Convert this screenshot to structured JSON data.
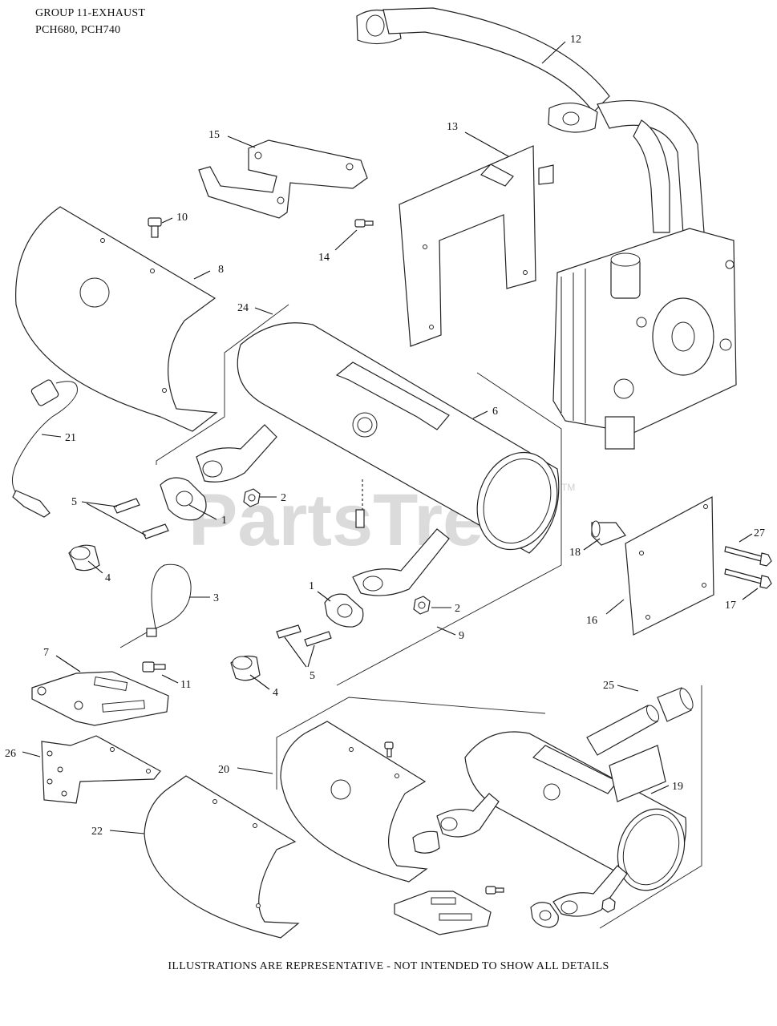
{
  "header": {
    "group_title": "GROUP 11-EXHAUST",
    "models": "PCH680, PCH740"
  },
  "footer": {
    "note": "ILLUSTRATIONS ARE REPRESENTATIVE - NOT INTENDED TO SHOW ALL DETAILS"
  },
  "watermark": {
    "brand": "PartsTree",
    "trademark": "TM"
  },
  "callouts": {
    "c1a": "1",
    "c1b": "1",
    "c2a": "2",
    "c2b": "2",
    "c3": "3",
    "c4a": "4",
    "c4b": "4",
    "c5a": "5",
    "c5b": "5",
    "c6": "6",
    "c7": "7",
    "c8": "8",
    "c9": "9",
    "c10": "10",
    "c11": "11",
    "c12": "12",
    "c13": "13",
    "c14": "14",
    "c15": "15",
    "c16": "16",
    "c17": "17",
    "c18": "18",
    "c19": "19",
    "c20": "20",
    "c21": "21",
    "c22": "22",
    "c24": "24",
    "c25": "25",
    "c26": "26",
    "c27": "27"
  }
}
